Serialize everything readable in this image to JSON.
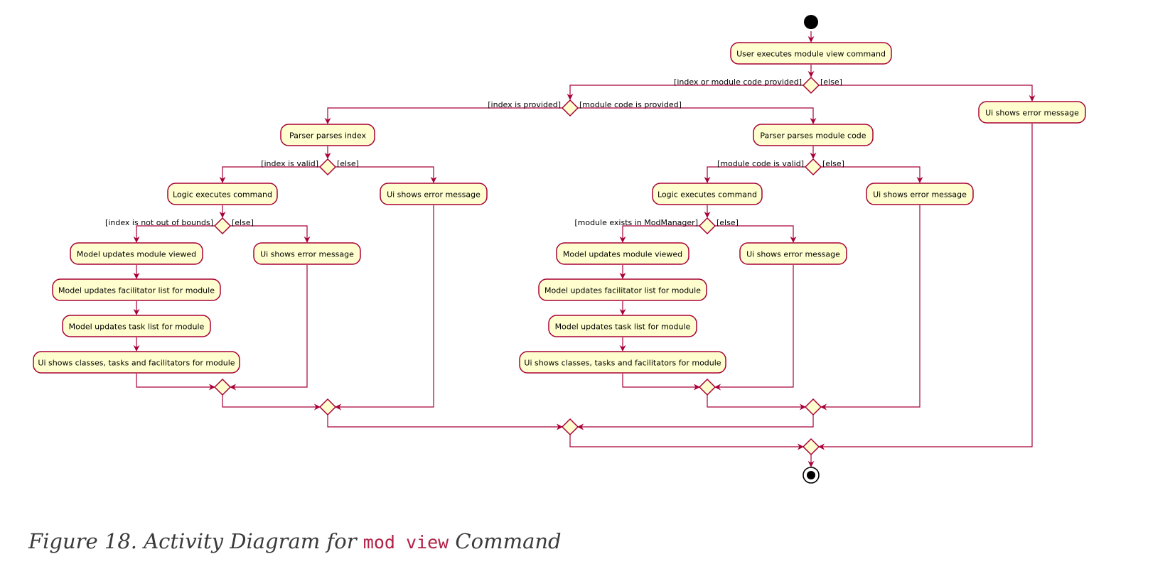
{
  "actions": {
    "user_exec": "User executes module view command",
    "ui_err_else": "Ui shows error message",
    "parse_index": "Parser parses index",
    "parse_code": "Parser parses module code",
    "logic_l": "Logic executes command",
    "ui_err_idx_invalid": "Ui shows error message",
    "logic_r": "Logic executes command",
    "ui_err_code_invalid": "Ui shows error message",
    "model_viewed_l": "Model updates module viewed",
    "ui_err_oob": "Ui shows error message",
    "model_viewed_r": "Model updates module viewed",
    "ui_err_notexist": "Ui shows error message",
    "fac_l": "Model updates facilitator list for module",
    "fac_r": "Model updates facilitator list for module",
    "task_l": "Model updates task list for module",
    "task_r": "Model updates task list for module",
    "show_l": "Ui shows classes, tasks and facilitators for module",
    "show_r": "Ui shows classes, tasks and facilitators for module"
  },
  "guards": {
    "g1_yes": "[index or module code provided]",
    "g1_else": "[else]",
    "g2_index": "[index is provided]",
    "g2_code": "[module code is provided]",
    "g3_yes": "[index is valid]",
    "g3_else": "[else]",
    "g4_yes": "[module code is valid]",
    "g4_else": "[else]",
    "g5_yes": "[index is not out of bounds]",
    "g5_else": "[else]",
    "g6_yes": "[module exists in ModManager]",
    "g6_else": "[else]"
  },
  "caption": {
    "prefix": "Figure 18. Activity Diagram for ",
    "code": "mod view",
    "suffix": " Command"
  }
}
